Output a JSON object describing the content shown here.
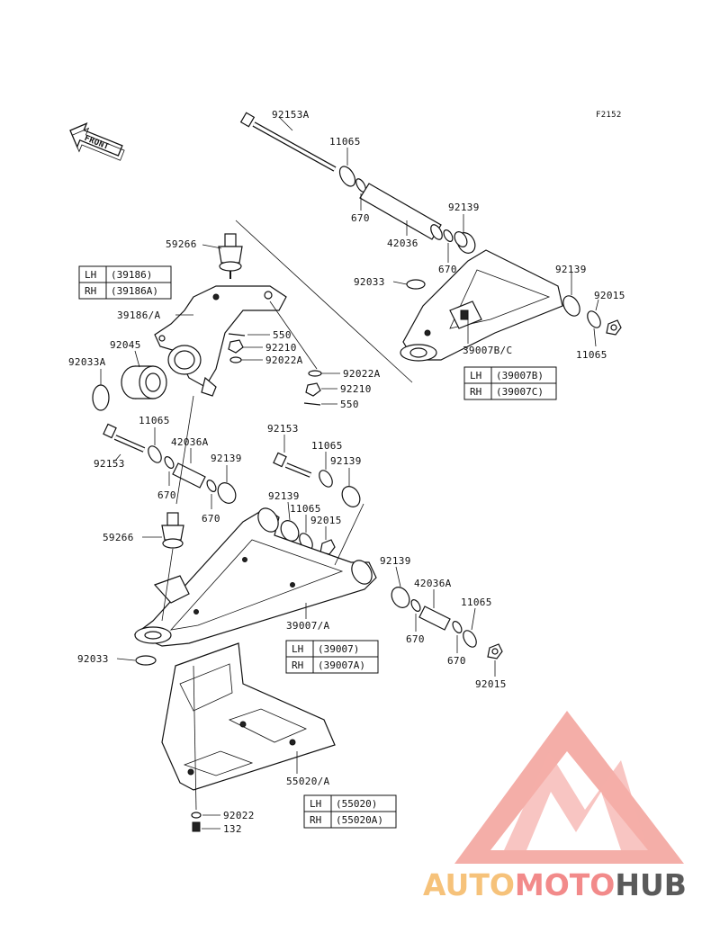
{
  "figure_code": "F2152",
  "front_label": "FRONT",
  "parts": {
    "p92153A": "92153A",
    "p11065_top": "11065",
    "p670_top": "670",
    "p42036": "42036",
    "p92139_top": "92139",
    "p670_mid": "670",
    "p59266_top": "59266",
    "p92033_top": "92033",
    "p92139_right": "92139",
    "p92015_right": "92015",
    "p11065_right": "11065",
    "p39007BC": "39007B/C",
    "p39186A": "39186/A",
    "p550_a": "550",
    "p92210_a": "92210",
    "p92022A_a": "92022A",
    "p92045": "92045",
    "p92033A": "92033A",
    "p92022A_b": "92022A",
    "p92210_b": "92210",
    "p550_b": "550",
    "p11065_left": "11065",
    "p42036A_left": "42036A",
    "p92153_left": "92153",
    "p92139_left": "92139",
    "p670_left1": "670",
    "p670_left2": "670",
    "p92153_mid": "92153",
    "p11065_mid": "11065",
    "p92139_mid1": "92139",
    "p92139_mid2": "92139",
    "p11065_mid2": "11065",
    "p92015_mid": "92015",
    "p59266_bot": "59266",
    "p92139_low": "92139",
    "p42036A_low": "42036A",
    "p11065_low": "11065",
    "p670_low1": "670",
    "p670_low2": "670",
    "p92015_low": "92015",
    "p39007A": "39007/A",
    "p92033_bot": "92033",
    "p55020A": "55020/A",
    "p92022": "92022",
    "p132": "132"
  },
  "tables": {
    "knuckle": {
      "rows": [
        [
          "LH",
          "(39186)"
        ],
        [
          "RH",
          "(39186A)"
        ]
      ]
    },
    "upper_arm": {
      "rows": [
        [
          "LH",
          "(39007B)"
        ],
        [
          "RH",
          "(39007C)"
        ]
      ]
    },
    "lower_arm": {
      "rows": [
        [
          "LH",
          "(39007)"
        ],
        [
          "RH",
          "(39007A)"
        ]
      ]
    },
    "guard": {
      "rows": [
        [
          "LH",
          "(55020)"
        ],
        [
          "RH",
          "(55020A)"
        ]
      ]
    }
  },
  "watermark": {
    "part1": "AUTO",
    "part2": "MOTO",
    "part3": "HUB",
    "colors": {
      "auto": "#f6c27a",
      "moto": "#f28a8a",
      "hub": "#5a5a5a",
      "logo": "#f3a09a"
    }
  }
}
